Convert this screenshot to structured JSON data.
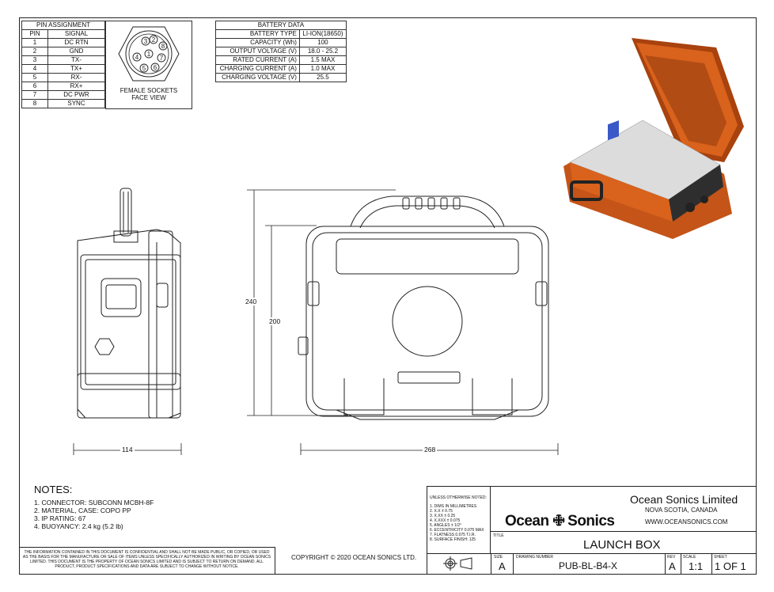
{
  "pin_table": {
    "title": "PIN ASSIGNMENT",
    "headers": [
      "PIN",
      "SIGNAL"
    ],
    "rows": [
      [
        "1",
        "DC RTN"
      ],
      [
        "2",
        "GND"
      ],
      [
        "3",
        "TX-"
      ],
      [
        "4",
        "TX+"
      ],
      [
        "5",
        "RX-"
      ],
      [
        "6",
        "RX+"
      ],
      [
        "7",
        "DC PWR"
      ],
      [
        "8",
        "SYNC"
      ]
    ]
  },
  "connector": {
    "caption_line1": "FEMALE SOCKETS",
    "caption_line2": "FACE VIEW",
    "pins": [
      "1",
      "2",
      "3",
      "4",
      "5",
      "6",
      "7",
      "8"
    ]
  },
  "battery_table": {
    "title": "BATTERY DATA",
    "rows": [
      [
        "BATTERY TYPE",
        "LI-ION(18650)"
      ],
      [
        "CAPACITY (Wh)",
        "100"
      ],
      [
        "OUTPUT VOLTAGE (V)",
        "18.0 - 25.2"
      ],
      [
        "RATED CURRENT (A)",
        "1.5 MAX"
      ],
      [
        "CHARGING CURRENT (A)",
        "1.0 MAX"
      ],
      [
        "CHARGING VOLTAGE (V)",
        "25.5"
      ]
    ]
  },
  "dimensions": {
    "side_width": "114",
    "front_width": "268",
    "height_overall": "240",
    "height_body": "200"
  },
  "notes": {
    "title": "NOTES:",
    "items": [
      "1. CONNECTOR: SUBCONN MCBH-8F",
      "2. MATERIAL, CASE: COPO PP",
      "3. IP RATING: 67",
      "4. BUOYANCY: 2.4 kg (5.2 lb)"
    ]
  },
  "disclaimer": "THE INFORMATION CONTAINED IN THIS DOCUMENT IS CONFIDENTIAL AND SHALL NOT BE MADE PUBLIC, OR COPIED, OR USED AS THE BASIS FOR THE MANUFACTURE OR SALE OF ITEMS UNLESS SPECIFICALLY AUTHORIZED IN WRITING BY OCEAN SONICS LIMITED. THIS DOCUMENT IS THE PROPERTY OF OCEAN SONICS LIMITED AND IS SUBJECT TO RETURN ON DEMAND. ALL PRODUCT, PRODUCT SPECIFICATIONS AND DATA ARE SUBJECT TO CHANGE WITHOUT NOTICE.",
  "copyright": "COPYRIGHT © 2020 OCEAN SONICS LTD.",
  "title_block": {
    "unless_noted": "UNLESS OTHERWISE NOTED:",
    "tolerances": [
      "1. DIMS IN MILLIMETRES",
      "2. X.X  ± 0.75",
      "3. X.XX  ± 0.25",
      "4. X.XXX ± 0.075",
      "5. ANGLES ± 1/2°",
      "6. ECCENTRICITY 0.075 MAX",
      "7. FLATNESS 0.075 T.I.R.",
      "8. SURFACE FINISH: 125"
    ],
    "company": "Ocean Sonics Limited",
    "location": "NOVA SCOTIA, CANADA",
    "website": "WWW.OCEANSONICS.COM",
    "logo_left": "Ocean",
    "logo_right": "Sonics",
    "title_label": "TITLE",
    "title": "LAUNCH BOX",
    "size_label": "SIZE",
    "size": "A",
    "drawing_number_label": "DRAWING NUMBER",
    "drawing_number": "PUB-BL-B4-X",
    "rev_label": "REV",
    "rev": "A",
    "scale_label": "SCALE",
    "scale": "1:1",
    "sheet_label": "SHEET",
    "sheet": "1 OF 1"
  },
  "colors": {
    "case_orange": "#d9621c",
    "case_dark_orange": "#a8420e",
    "panel_grey": "#dcdcdc",
    "screen_blue": "#3a58c8"
  }
}
